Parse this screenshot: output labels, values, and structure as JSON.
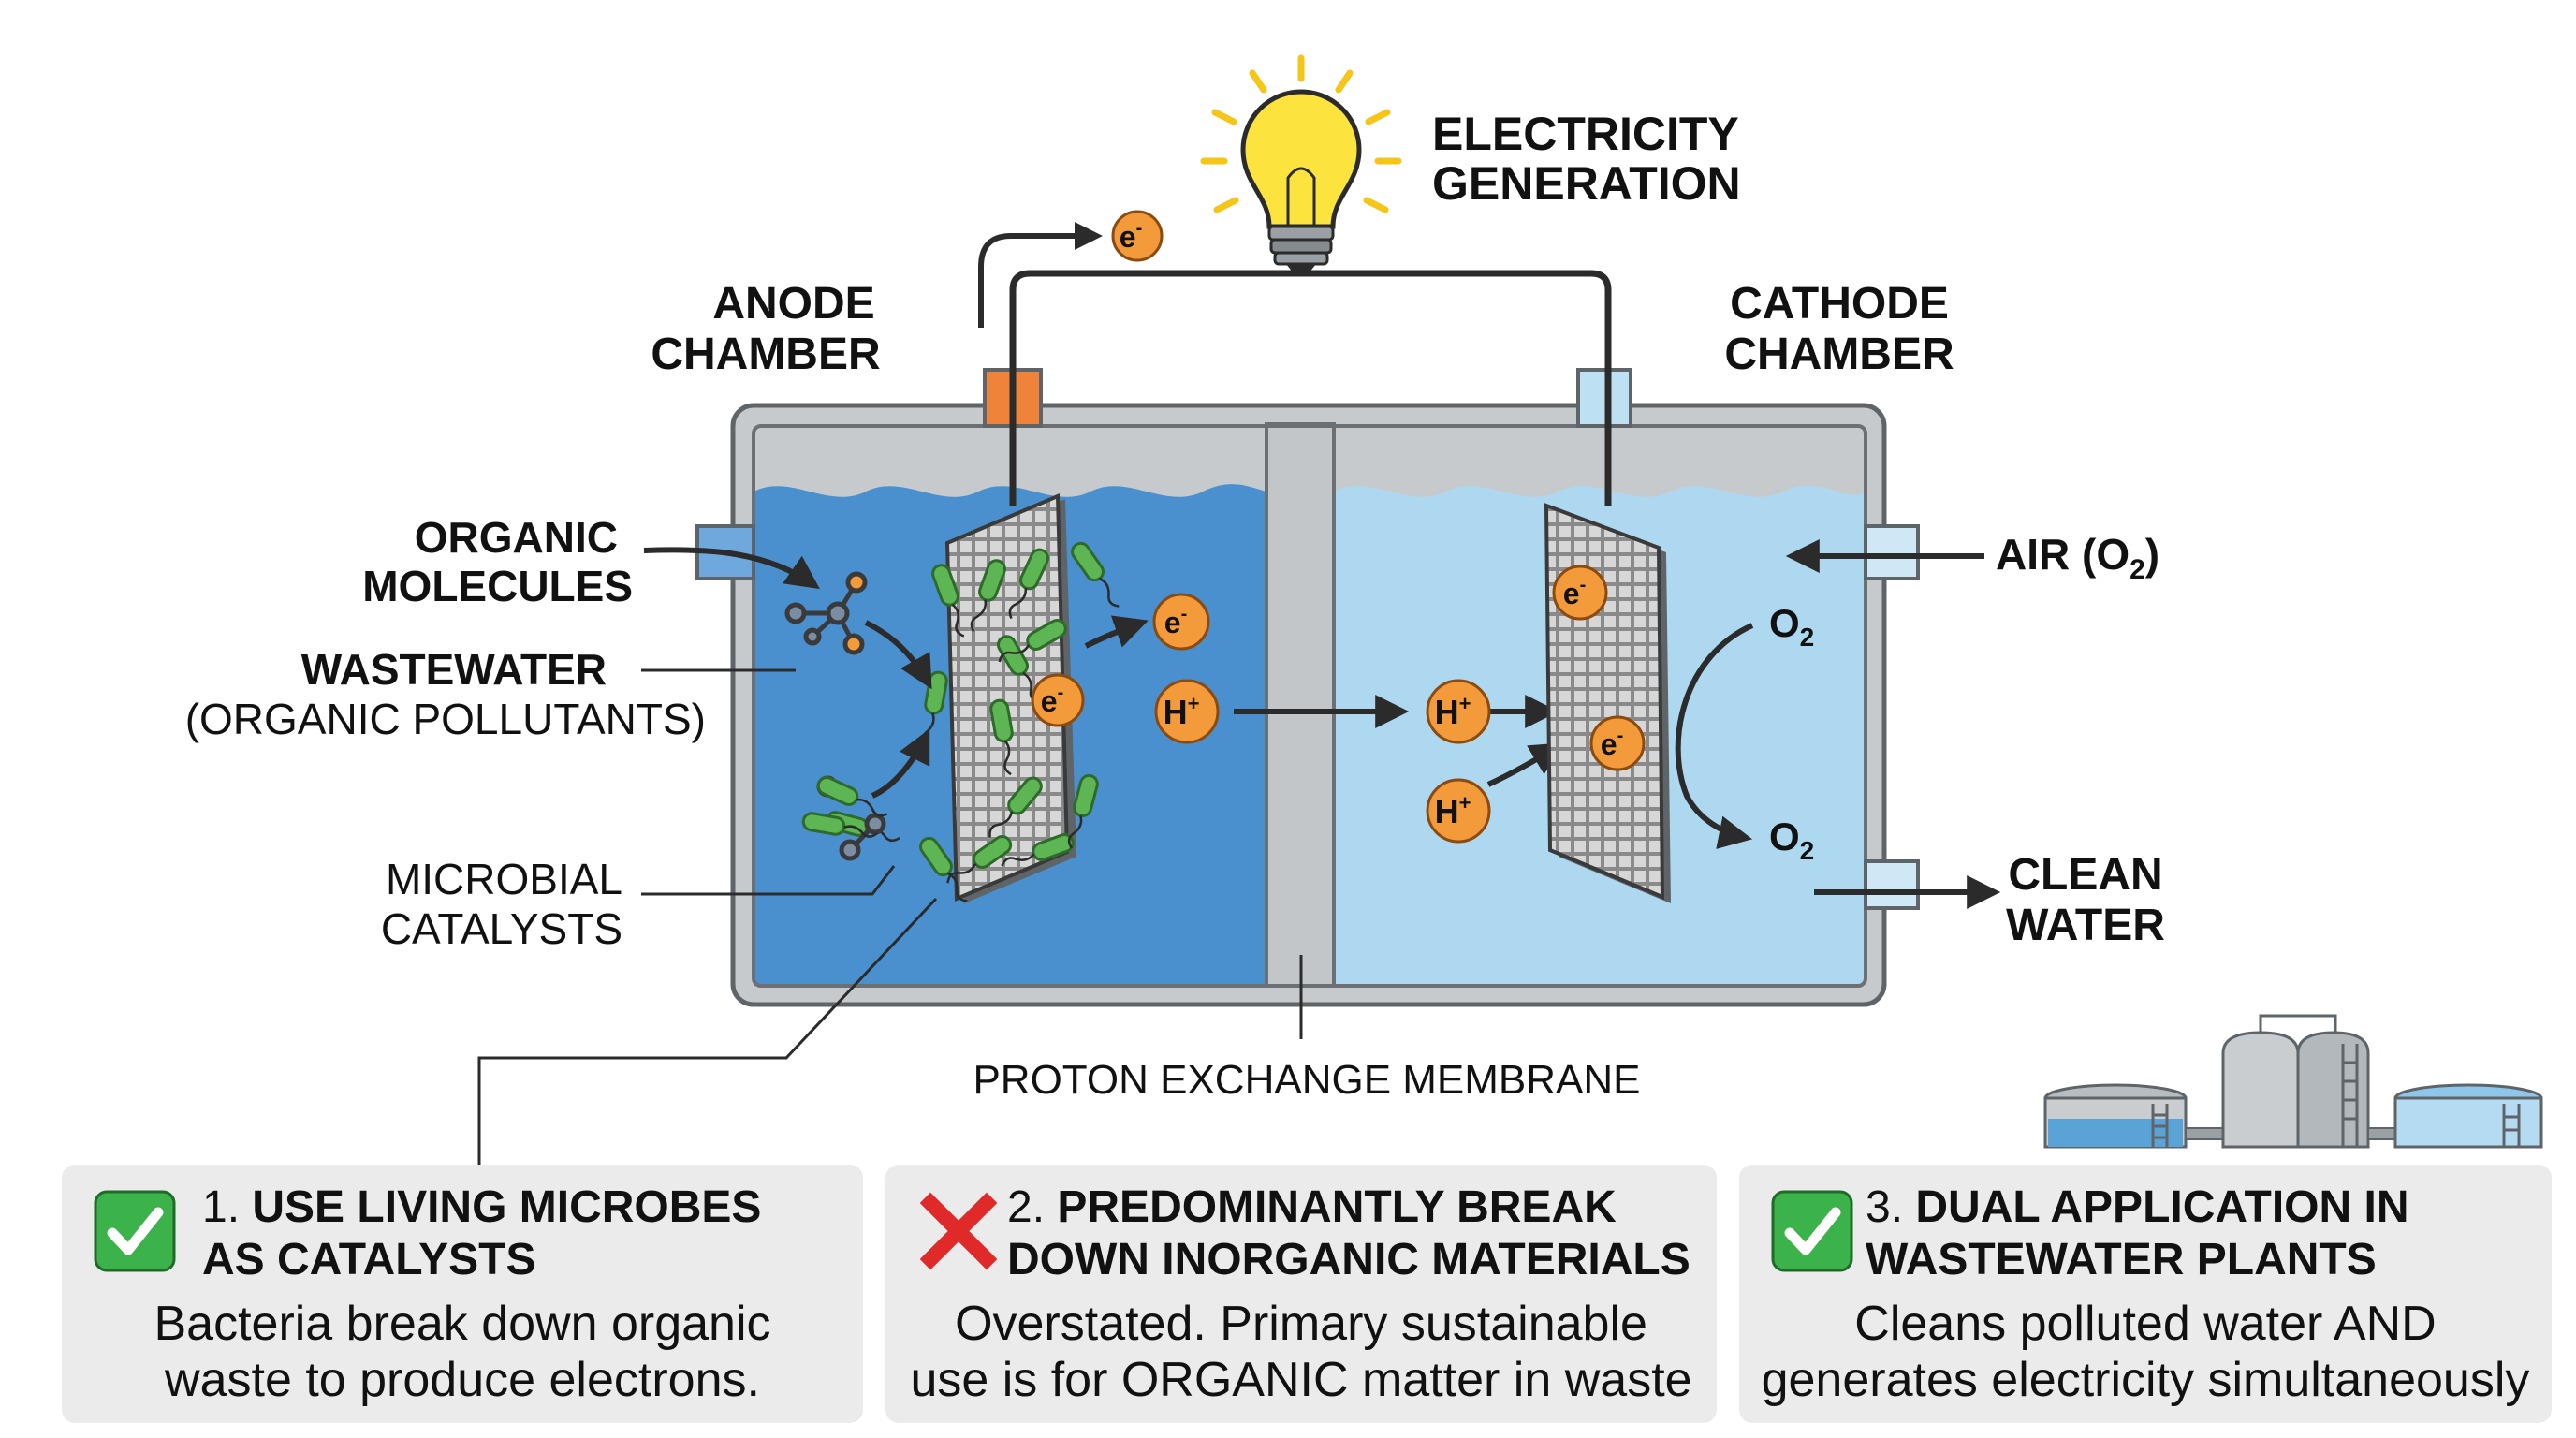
{
  "labels": {
    "electricity_1": "ELECTRICITY",
    "electricity_2": "GENERATION",
    "anode_1": "ANODE",
    "anode_2": "CHAMBER",
    "cathode_1": "CATHODE",
    "cathode_2": "CHAMBER",
    "organic_1": "ORGANIC",
    "organic_2": "MOLECULES",
    "wastewater_1": "WASTEWATER",
    "wastewater_2": "(ORGANIC POLLUTANTS)",
    "microbial_1": "MICROBIAL",
    "microbial_2": "CATALYSTS",
    "air": "AIR (O",
    "air_sub": "2",
    "air_close": ")",
    "clean_1": "CLEAN",
    "clean_2": "WATER",
    "membrane": "PROTON EXCHANGE MEMBRANE",
    "electron": "e",
    "electron_sup": "-",
    "proton": "H",
    "proton_sup": "+",
    "oxygen": "O",
    "oxygen_sub": "2"
  },
  "cards": [
    {
      "status": "check",
      "number": "1.",
      "title_line1": "USE LIVING MICROBES",
      "title_line2": "AS CATALYSTS",
      "body_line1": "Bacteria break down organic",
      "body_line2": "waste to produce electrons."
    },
    {
      "status": "cross",
      "number": "2.",
      "title_line1": "PREDOMINANTLY BREAK",
      "title_line2": "DOWN INORGANIC MATERIALS",
      "body_line1": "Overstated. Primary sustainable",
      "body_line2": "use is for ORGANIC matter in waste"
    },
    {
      "status": "check",
      "number": "3.",
      "title_line1": "DUAL APPLICATION IN",
      "title_line2": "WASTEWATER PLANTS",
      "body_line1": "Cleans polluted water AND",
      "body_line2": "generates electricity simultaneously"
    }
  ],
  "colors": {
    "anode_water": "#4a90cf",
    "cathode_water": "#aed8ef",
    "ion_orange": "#f39a3a",
    "check_green": "#3cb24a",
    "cross_red": "#e02a2a",
    "bulb_yellow": "#fde33d"
  },
  "icons": {
    "card_check": "check-mark-icon",
    "card_cross": "cross-mark-icon",
    "bulb": "light-bulb-icon",
    "plant": "treatment-plant-icon"
  }
}
